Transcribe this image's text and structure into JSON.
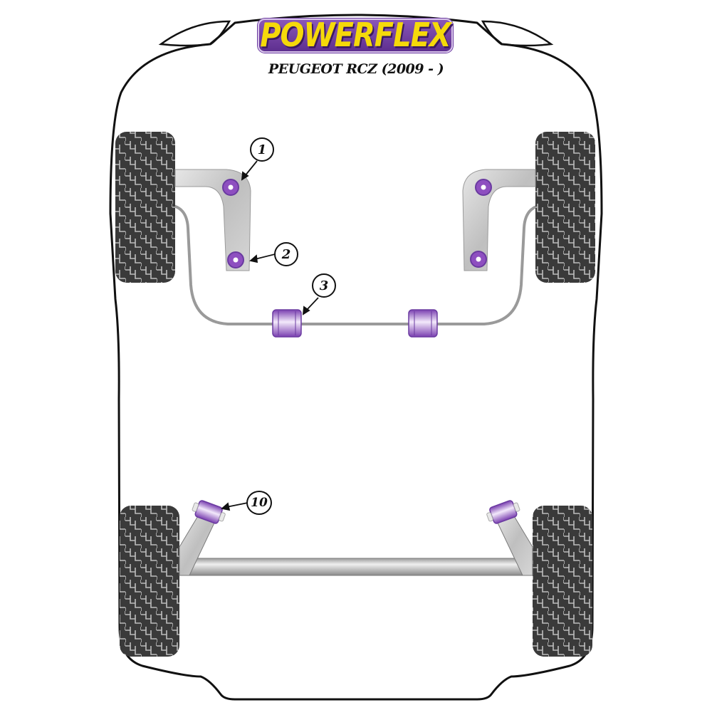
{
  "header": {
    "brand": "POWERFLEX",
    "vehicle": "PEUGEOT RCZ (2009 - )"
  },
  "colors": {
    "brand_purple": "#6a3aa0",
    "brand_yellow": "#f5d90a",
    "bush_purple": "#8e4fc0",
    "tyre": "#3a3a3a",
    "arm_grey": "#c8c8c8",
    "outline": "#111111"
  },
  "callouts": [
    {
      "id": "1",
      "label": "1",
      "part": "front-arm-front-bush"
    },
    {
      "id": "2",
      "label": "2",
      "part": "front-arm-rear-bush"
    },
    {
      "id": "3",
      "label": "3",
      "part": "front-anti-roll-bar-bush"
    },
    {
      "id": "10",
      "label": "10",
      "part": "rear-beam-mount-bush"
    }
  ]
}
